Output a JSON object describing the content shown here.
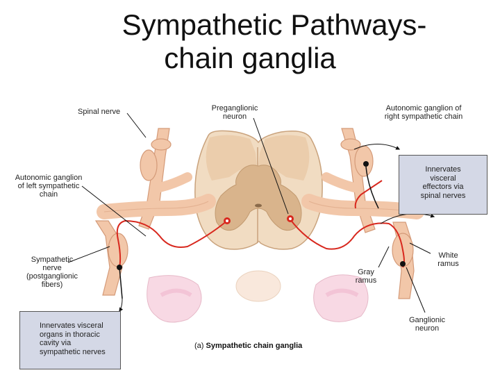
{
  "title": {
    "line1": "Sympathetic Pathways-",
    "line2": "chain ganglia"
  },
  "labels": {
    "spinal_nerve": "Spinal nerve",
    "preganglionic_neuron_1": "Preganglionic",
    "preganglionic_neuron_2": "neuron",
    "autonomic_ganglion_right_1": "Autonomic ganglion of",
    "autonomic_ganglion_right_2": "right sympathetic chain",
    "autonomic_ganglion_left_1": "Autonomic ganglion",
    "autonomic_ganglion_left_2": "of left sympathetic",
    "autonomic_ganglion_left_3": "chain",
    "sympathetic_nerve_1": "Sympathetic",
    "sympathetic_nerve_2": "nerve",
    "sympathetic_nerve_3": "(postganglionic",
    "sympathetic_nerve_4": "fibers)",
    "white_ramus_1": "White",
    "white_ramus_2": "ramus",
    "gray_ramus_1": "Gray",
    "gray_ramus_2": "ramus",
    "ganglionic_neuron_1": "Ganglionic",
    "ganglionic_neuron_2": "neuron"
  },
  "boxes": {
    "right_box": [
      "Innervates",
      "visceral",
      "effectors via",
      "spinal nerves"
    ],
    "left_box": [
      "Innervates visceral",
      "organs in thoracic",
      "cavity via",
      "sympathetic nerves"
    ]
  },
  "caption": {
    "prefix": "(a)",
    "text": "Sympathetic chain ganglia"
  },
  "colors": {
    "nerve": "#f2c7a9",
    "nerve_outline": "#d49a78",
    "neuron": "#d8281e",
    "cord_outer": "#f1dcc2",
    "gray_matter": "#d9b48c",
    "box_fill": "#d4d8e6"
  }
}
